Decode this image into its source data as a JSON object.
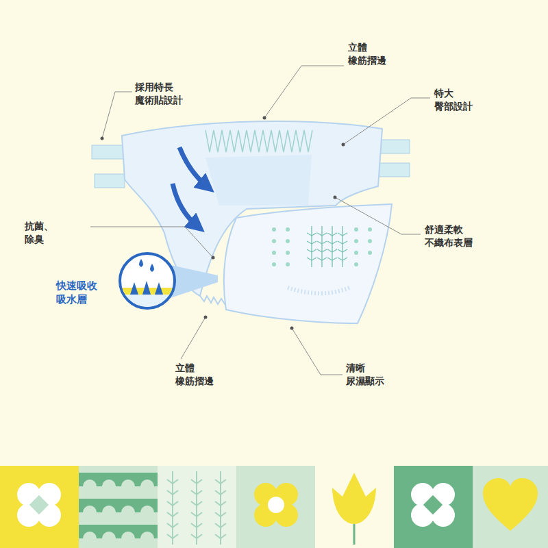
{
  "diagram": {
    "labels": [
      "立體 橡筋摺邊",
      "採用特長 魔術貼設計",
      "特大 臀部設計",
      "抗菌、除臭",
      "舒適柔軟 不織布表層",
      "快速吸收 吸水層",
      "立體 橡筋摺邊",
      "清晰 尿濕顯示"
    ]
  }
}
